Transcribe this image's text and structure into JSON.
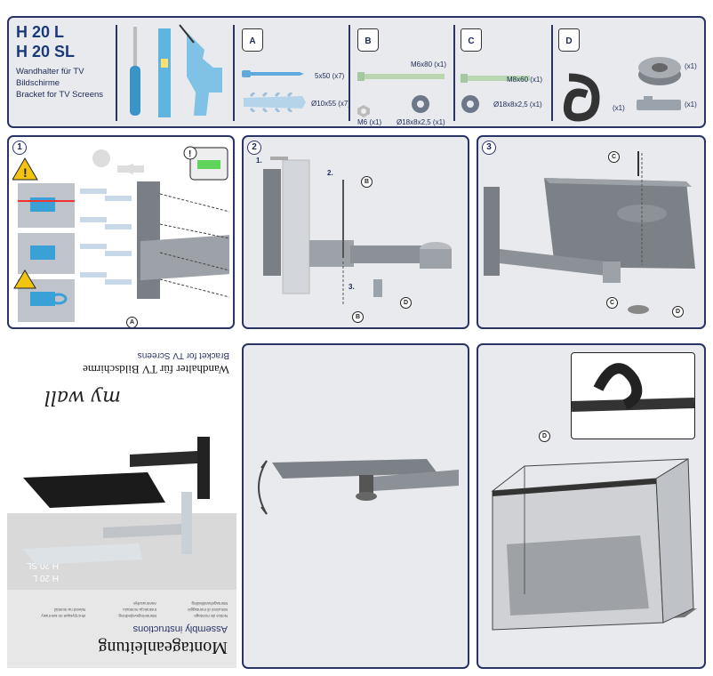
{
  "header": {
    "model_1": "H 20 L",
    "model_2": "H 20 SL",
    "subtitle_de_1": "Wandhalter für TV",
    "subtitle_de_2": "Bildschirme",
    "subtitle_en": "Bracket for TV Screens"
  },
  "parts": {
    "bag_a": "A",
    "bag_b": "B",
    "bag_c": "C",
    "bag_d": "D",
    "a_screw": "5x50 (x7)",
    "a_dowel": "Ø10x55 (x7)",
    "b_bolt": "M6x80 (x1)",
    "b_nut": "M6 (x1)",
    "b_washer": "Ø18x8x2,5 (x1)",
    "c_bolt": "M8x60 (x1)",
    "c_washer": "Ø18x8x2,5 (x1)",
    "d_knob": "(x1)",
    "d_strap": "(x1)",
    "d_clip": "(x1)"
  },
  "steps": {
    "step1_number": "1",
    "step2_number": "2",
    "step3_number": "3",
    "step2_sub1": "1.",
    "step2_sub2": "2.",
    "step2_sub3": "3.",
    "callout_a": "A",
    "callout_b": "B",
    "callout_c": "C",
    "callout_d": "D"
  },
  "cover": {
    "title": "Montageanleitung",
    "title_en": "Assembly instructions",
    "models_1": "H 20 L",
    "models_2": "H 20 SL",
    "footer_title": "Wandhalter für TV Bildschirme",
    "footer_sub": "Bracket for TV Screens",
    "brand": "my wall",
    "lang_lines": [
      "Notice de montage",
      "Istruzioni di montaggio",
      "Montagehandleiding",
      "Monteringsvejledning",
      "Instrukcja montażu",
      "Asennusohje",
      "Инструкция по монтажу",
      "Návod na montáž"
    ]
  },
  "colors": {
    "frame": "#2a3566",
    "panel_bg": "#e9eaee",
    "metal": "#8e9298",
    "dark_metal": "#555a62",
    "accent_blue": "#3aa0d8",
    "green": "#5fd35a"
  }
}
